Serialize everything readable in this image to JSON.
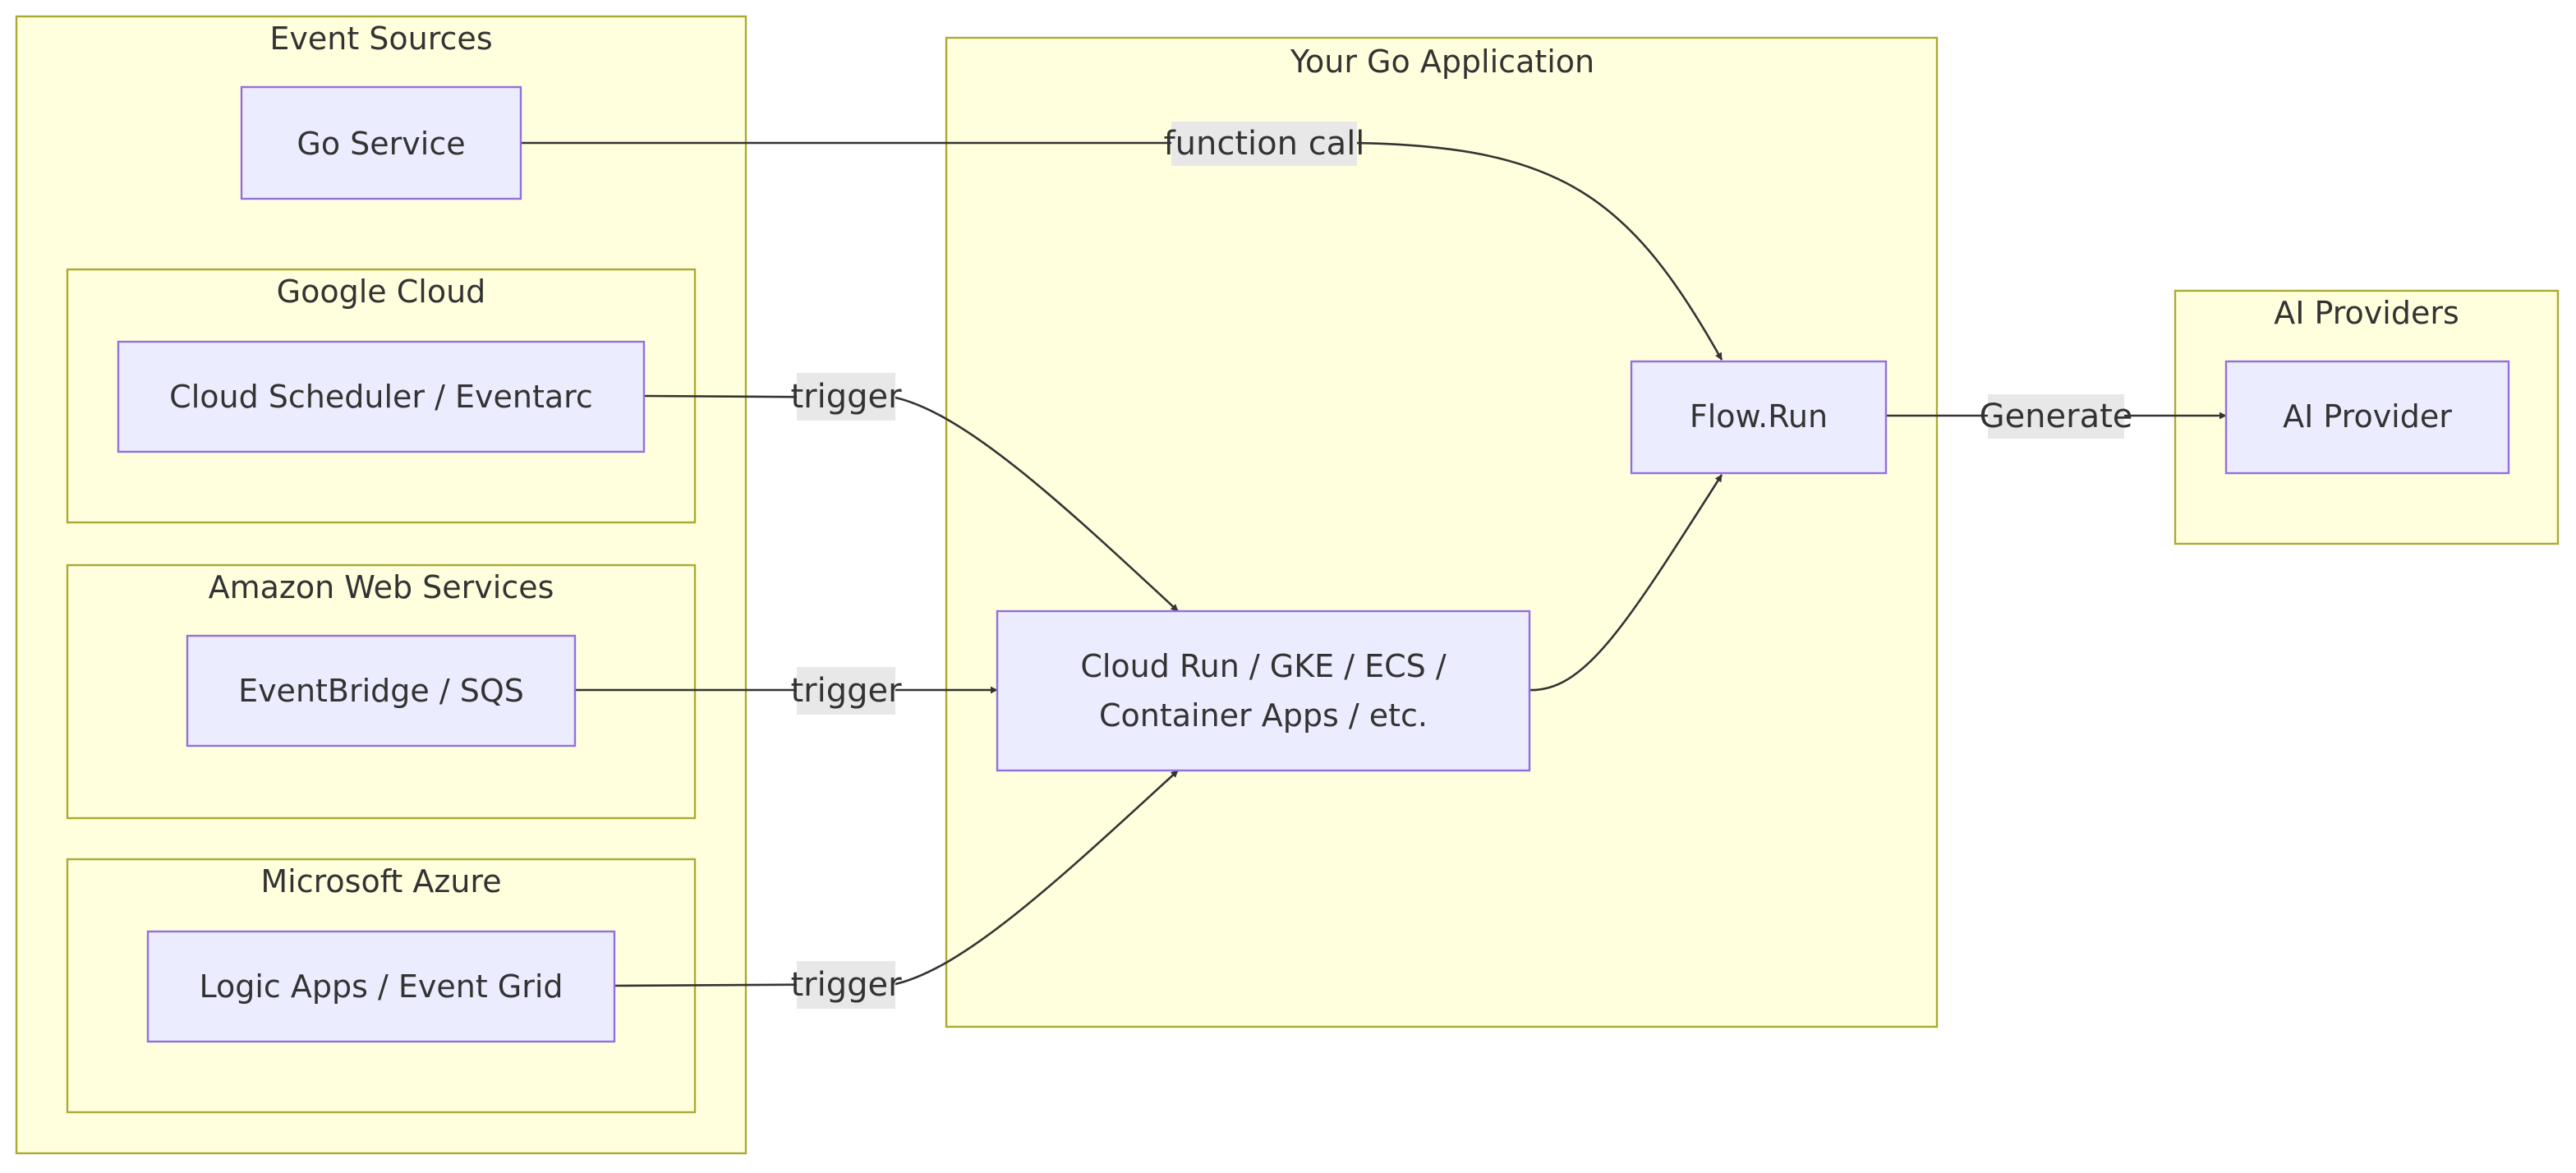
{
  "clusters": {
    "event_sources": "Event Sources",
    "google_cloud": "Google Cloud",
    "aws": "Amazon Web Services",
    "azure": "Microsoft Azure",
    "go_app": "Your Go Application",
    "ai_providers": "AI Providers"
  },
  "nodes": {
    "go_service": "Go Service",
    "cloud_scheduler": "Cloud Scheduler / Eventarc",
    "eventbridge": "EventBridge / SQS",
    "logic_apps": "Logic Apps / Event Grid",
    "cloud_run_line1": "Cloud Run / GKE / ECS /",
    "cloud_run_line2": "Container Apps / etc.",
    "flow_run": "Flow.Run",
    "ai_provider": "AI Provider"
  },
  "edges": {
    "function_call": "function call",
    "trigger_gcp": "trigger",
    "trigger_aws": "trigger",
    "trigger_azure": "trigger",
    "generate": "Generate"
  },
  "colors": {
    "cluster_fill": "#ffffde",
    "cluster_stroke": "#aaaa33",
    "node_fill": "#ececff",
    "node_stroke": "#9370db",
    "edge_stroke": "#333333",
    "edge_label_bg": "#e8e8e8"
  }
}
